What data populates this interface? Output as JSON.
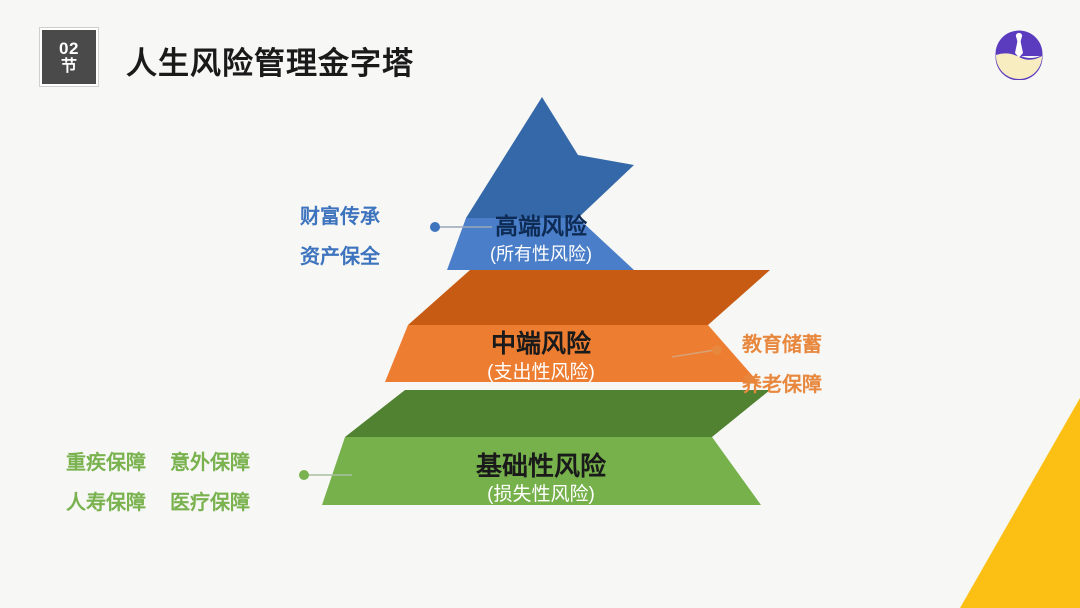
{
  "slide": {
    "background_color": "#F7F7F5",
    "badge": {
      "number": "02",
      "unit": "节"
    },
    "title": "人生风险管理金字塔",
    "logo_name": "company-logo"
  },
  "accent": {
    "corner_color": "#FBC013"
  },
  "pyramid": {
    "levels": [
      {
        "key": "top",
        "title": "高端风险",
        "subtitle": "(所有性风险)",
        "title_color": "#0D2B54",
        "subtitle_color": "#FFFFFF",
        "face_color": "#4A7EC8",
        "top_color": "#3568A8",
        "connector_color": "#3E74BE",
        "annotations": [
          "财富传承",
          "资产保全"
        ],
        "annotation_side": "left"
      },
      {
        "key": "middle",
        "title": "中端风险",
        "subtitle": "(支出性风险)",
        "title_color": "#1A1A1A",
        "subtitle_color": "#FFFFFF",
        "face_color": "#ED7D31",
        "top_color": "#C75B13",
        "connector_color": "#E8883E",
        "annotations": [
          "教育储蓄",
          "养老保障"
        ],
        "annotation_side": "right"
      },
      {
        "key": "base",
        "title": "基础性风险",
        "subtitle": "(损失性风险)",
        "title_color": "#1A1A1A",
        "subtitle_color": "#FFFFFF",
        "face_color": "#76B14C",
        "top_color": "#508232",
        "connector_color": "#79B24E",
        "annotations": [
          "重疾保障",
          "意外保障",
          "人寿保障",
          "医疗保障"
        ],
        "annotation_side": "left"
      }
    ]
  }
}
